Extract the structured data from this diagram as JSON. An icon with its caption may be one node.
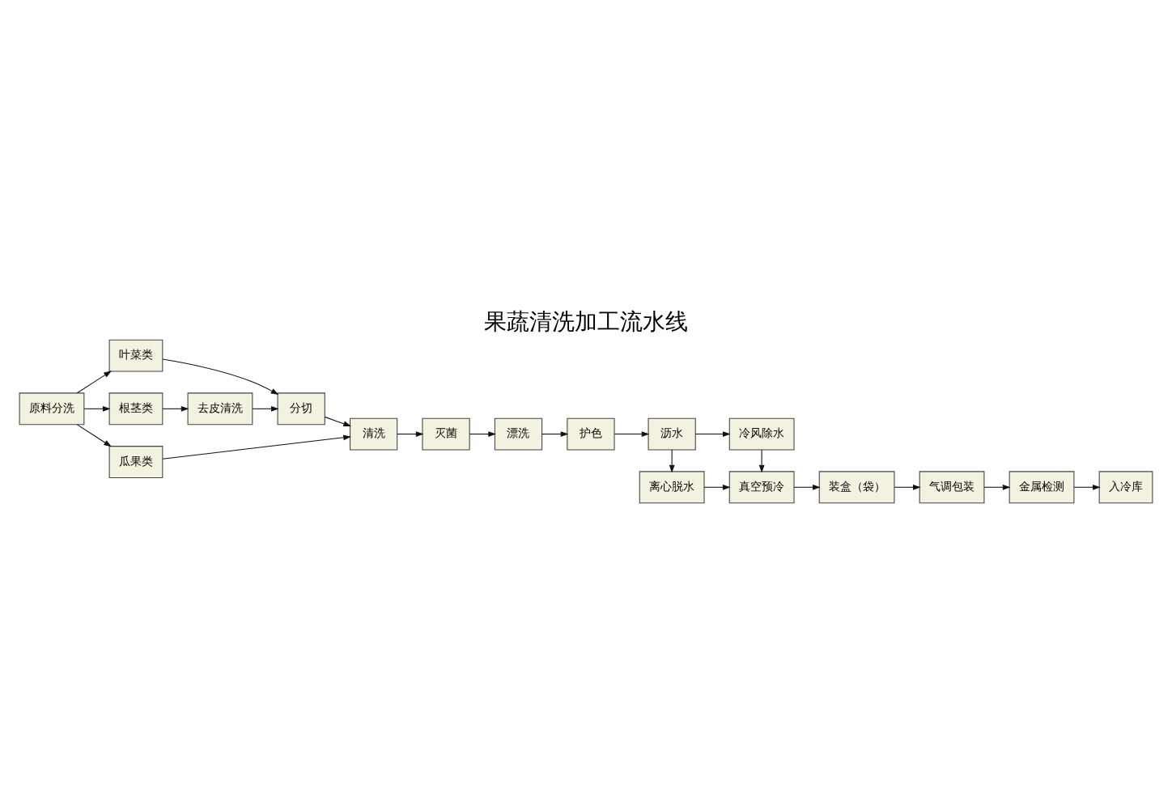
{
  "diagram": {
    "title": "果蔬清洗加工流水线",
    "nodes": [
      {
        "text": [
          "原料分洗"
        ]
      },
      {
        "text": [
          "叶菜类"
        ]
      },
      {
        "text": [
          "根茎类"
        ]
      },
      {
        "text": [
          "瓜果类"
        ]
      },
      {
        "text": [
          "去皮清洗"
        ]
      },
      {
        "text": [
          "分切"
        ]
      },
      {
        "text": [
          "清洗"
        ]
      },
      {
        "text": [
          "灭菌"
        ]
      },
      {
        "text": [
          "漂洗"
        ]
      },
      {
        "text": [
          "护色"
        ]
      },
      {
        "text": [
          "离心脱水"
        ]
      },
      {
        "text": [
          "沥水"
        ]
      },
      {
        "text": [
          "真空预冷"
        ]
      },
      {
        "text": [
          "冷风除水"
        ]
      },
      {
        "text": [
          "入冷库"
        ]
      },
      {
        "text": [
          "金属检测"
        ]
      },
      {
        "text": [
          "气调包装"
        ]
      },
      {
        "text": [
          "装盒（袋）"
        ]
      }
    ],
    "edges": [
      {
        "from": 0,
        "to": 1,
        "arrow": "to"
      },
      {
        "from": 0,
        "to": 2,
        "arrow": "to"
      },
      {
        "from": 0,
        "to": 3,
        "arrow": "to"
      },
      {
        "from": 2,
        "to": 4,
        "arrow": "to"
      },
      {
        "from": 4,
        "to": 5,
        "arrow": "to"
      },
      {
        "from": 1,
        "to": 5,
        "arrow": "to"
      },
      {
        "from": 5,
        "to": 6,
        "arrow": "to"
      },
      {
        "from": 3,
        "to": 6,
        "arrow": "to"
      },
      {
        "from": 6,
        "to": 7,
        "arrow": "to"
      },
      {
        "from": 7,
        "to": 8,
        "arrow": "to"
      },
      {
        "from": 8,
        "to": 9,
        "arrow": "to"
      },
      {
        "from": 9,
        "to": 11,
        "arrow": "to"
      },
      {
        "from": 11,
        "to": 10,
        "arrow": "to"
      },
      {
        "from": 11,
        "to": 13,
        "arrow": "to"
      },
      {
        "from": 10,
        "to": 12,
        "arrow": "to"
      },
      {
        "from": 13,
        "to": 12,
        "arrow": "to"
      },
      {
        "from": 12,
        "to": 17,
        "arrow": "to"
      },
      {
        "from": 17,
        "to": 16,
        "arrow": "to"
      },
      {
        "from": 16,
        "to": 15,
        "arrow": "to"
      },
      {
        "from": 15,
        "to": 14,
        "arrow": "to"
      }
    ]
  }
}
